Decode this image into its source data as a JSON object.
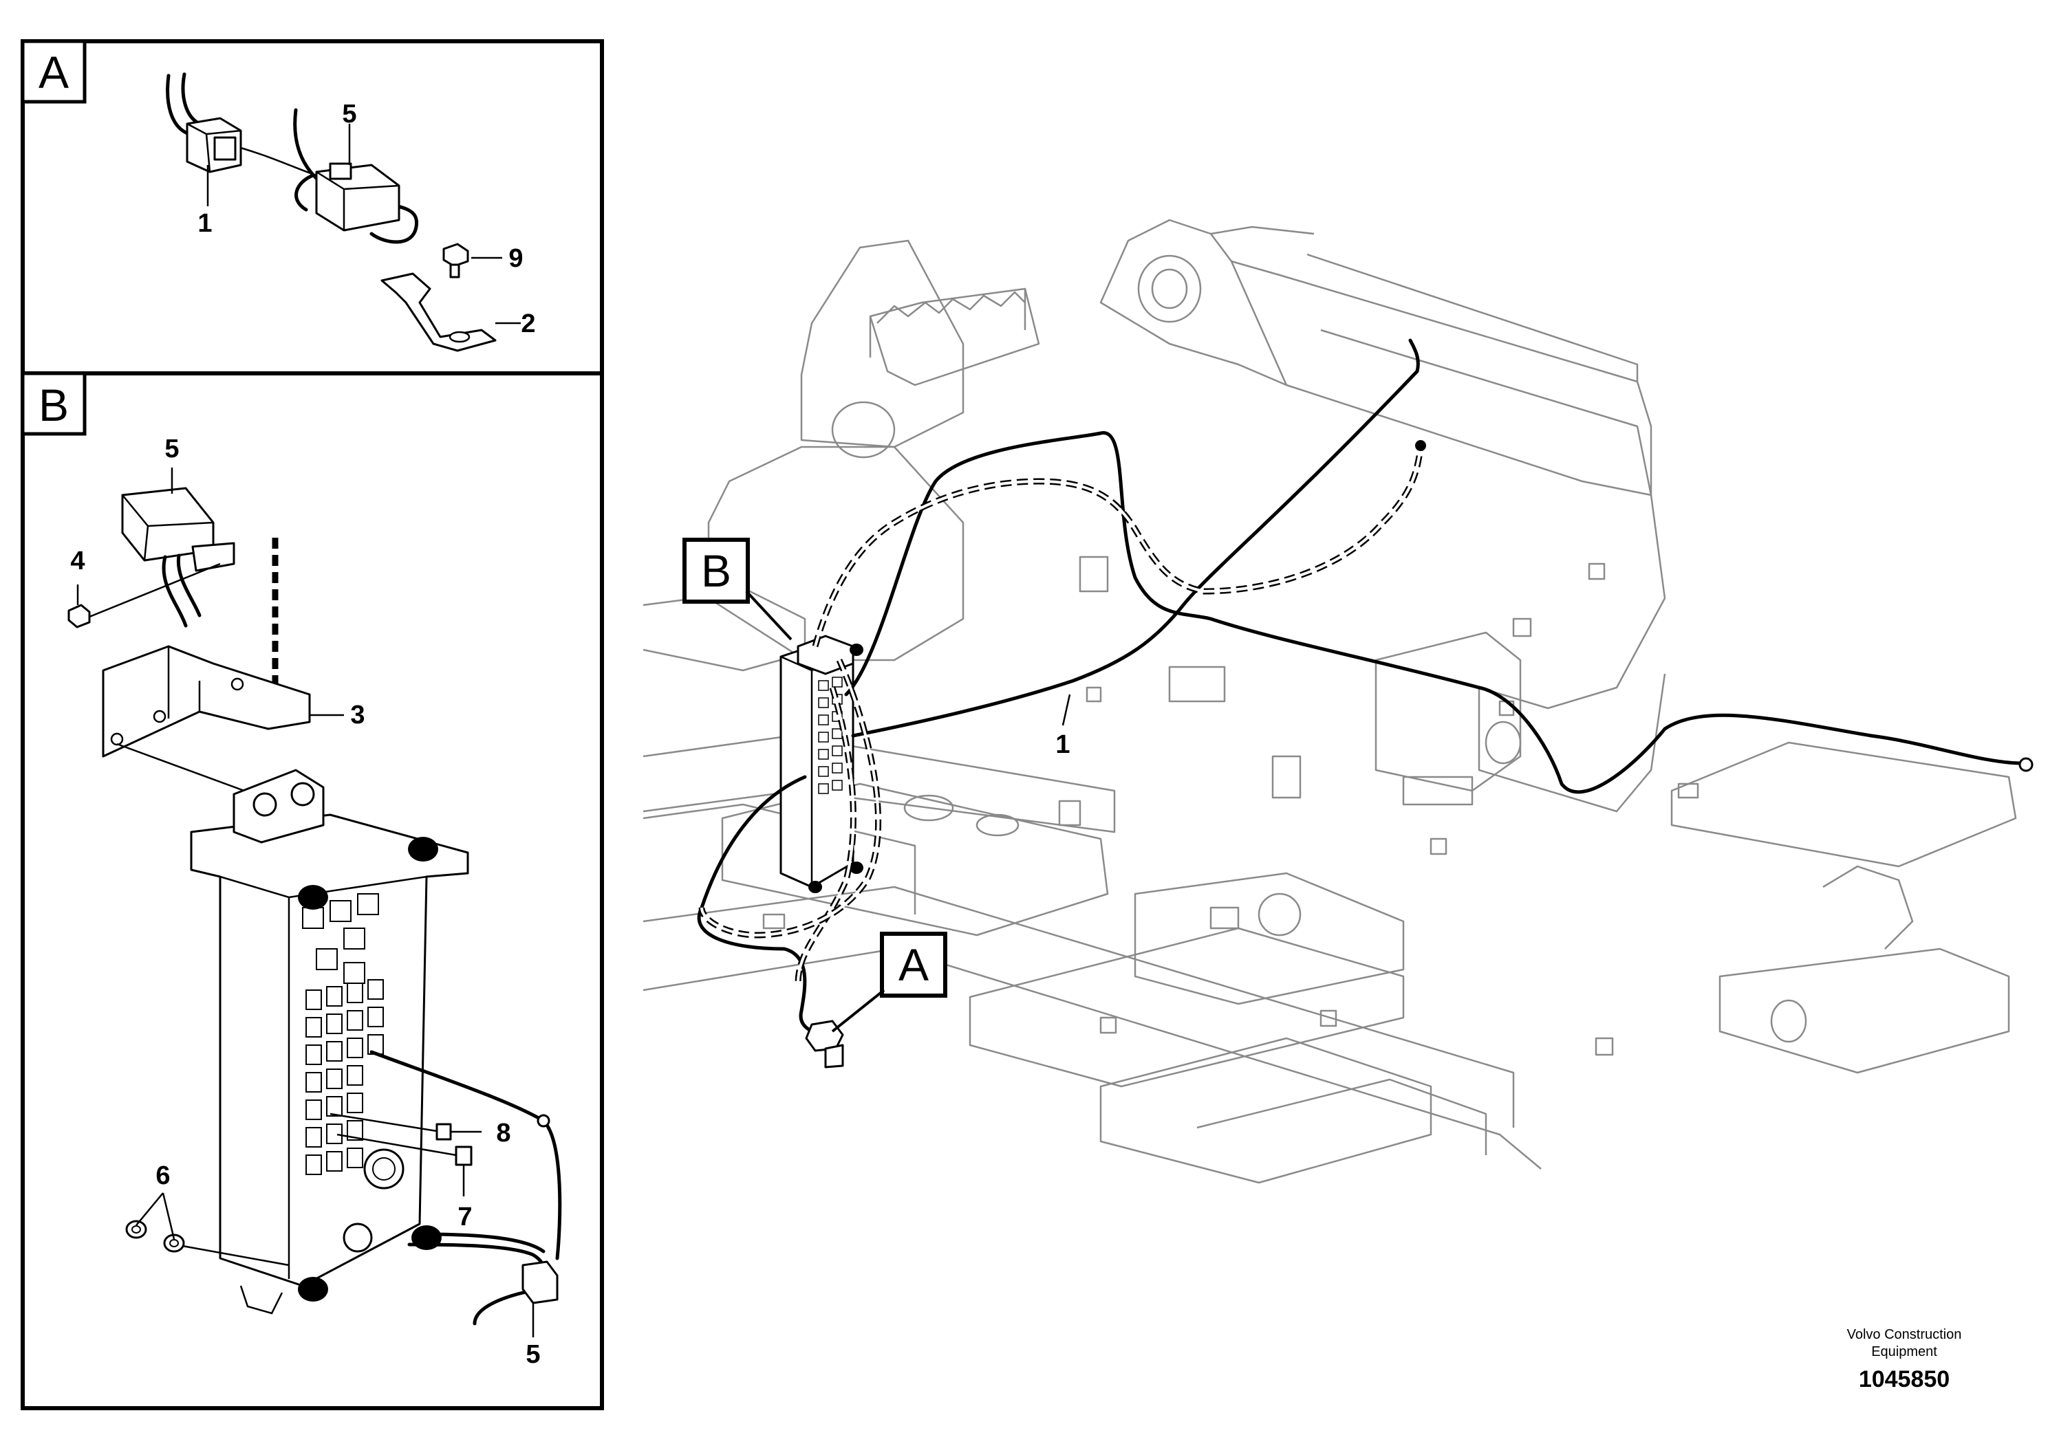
{
  "detail_a": {
    "letter": "A",
    "labels": {
      "connector": "1",
      "relay_plug": "5",
      "screw": "9",
      "bracket": "2"
    }
  },
  "detail_b": {
    "letter": "B",
    "labels": {
      "relay": "5",
      "screw": "4",
      "bracket": "3",
      "washers": "6",
      "fuse_small": "8",
      "fuse_large": "7",
      "harness_plug": "5"
    }
  },
  "main": {
    "callout_a": "A",
    "callout_b": "B",
    "harness_label": "1"
  },
  "footer": {
    "credit_line1": "Volvo Construction",
    "credit_line2": "Equipment",
    "document_number": "1045850"
  }
}
